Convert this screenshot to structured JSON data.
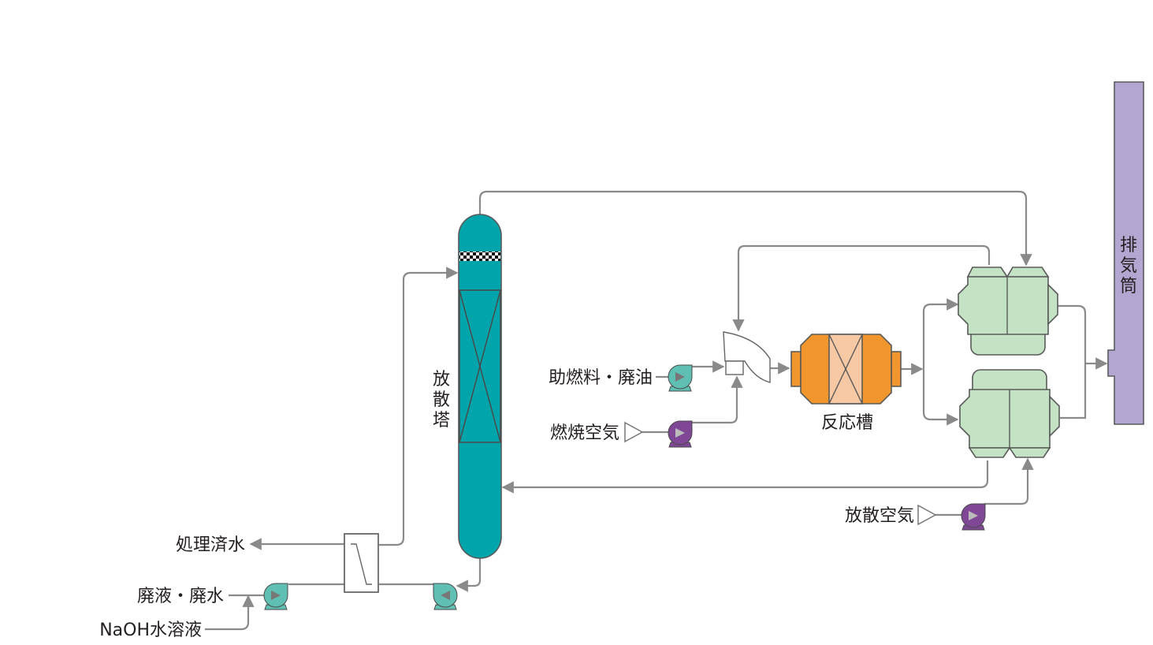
{
  "labels": {
    "tower": [
      "放",
      "散",
      "塔"
    ],
    "stack": [
      "排",
      "気",
      "筒"
    ],
    "reactor": "反応槽",
    "aux_fuel": "助燃料・廃油",
    "combustion_air": "燃焼空気",
    "diffusion_air": "放散空気",
    "treated_water": "処理済水",
    "waste_liquid": "廃液・廃水",
    "naoh": "NaOH水溶液"
  },
  "colors": {
    "tower": "#00a5ac",
    "stack": "#b3a6d1",
    "reactor_body": "#f0962c",
    "reactor_core": "#f6c9a4",
    "heat_exchanger": "#c4e3c4",
    "pump_teal": "#5fbfb3",
    "pump_purple": "#7f4796",
    "pipe": "#8a8a8a"
  },
  "icons": {
    "pump": "pump-icon",
    "blower": "blower-icon",
    "burner": "burner-icon",
    "filter": "filter-triangle-icon"
  }
}
